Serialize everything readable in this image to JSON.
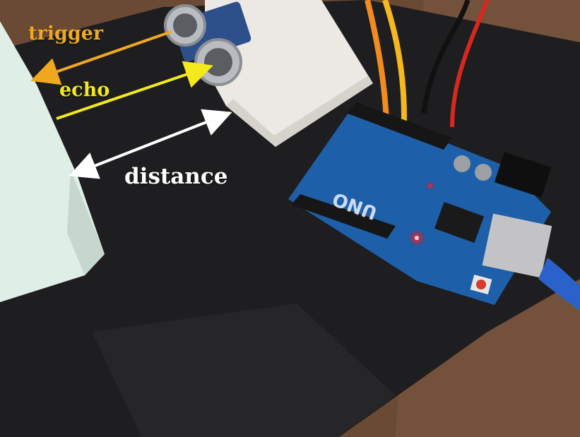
{
  "labels": {
    "trigger": "trigger",
    "echo": "echo",
    "distance": "distance"
  },
  "board": {
    "brand_text": "UNO"
  },
  "colors": {
    "trigger": "#f0a81e",
    "echo": "#f2ea1a",
    "distance": "#ffffff",
    "mat": "#1e1d1f",
    "wood": "#6b4a35",
    "board": "#1d5fa8",
    "wall": "#dfeee6"
  },
  "icons": [
    "arrow-double-icon",
    "led-icon"
  ]
}
